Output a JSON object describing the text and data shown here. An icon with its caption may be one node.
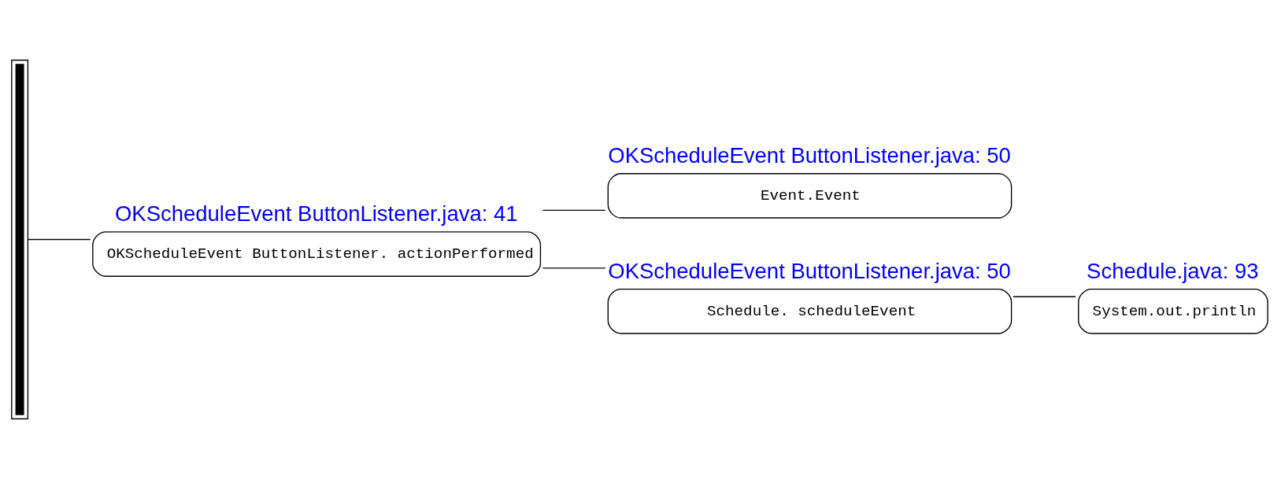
{
  "diagram": {
    "nodes": [
      {
        "text": [],
        "shape": "bar"
      },
      {
        "text": [
          "OKScheduleEvent ButtonListener.java: 41",
          "OKScheduleEvent ButtonListener. actionPerformed"
        ]
      },
      {
        "text": [
          "OKScheduleEvent ButtonListener.java: 50",
          "Event.Event"
        ]
      },
      {
        "text": [
          "OKScheduleEvent ButtonListener.java: 50",
          "Schedule. scheduleEvent"
        ]
      },
      {
        "text": [
          "Schedule.java: 93",
          "System.out.println"
        ]
      }
    ],
    "edges": [
      {
        "from": 0,
        "to": 1,
        "arrow": "none"
      },
      {
        "from": 1,
        "to": 2,
        "arrow": "none"
      },
      {
        "from": 1,
        "to": 3,
        "arrow": "none"
      },
      {
        "from": 3,
        "to": 4,
        "arrow": "none"
      }
    ]
  }
}
